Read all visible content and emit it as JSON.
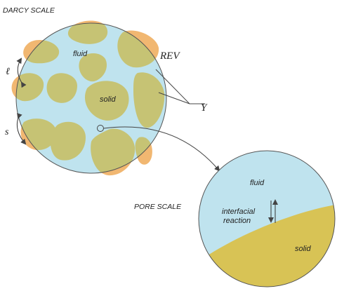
{
  "labels": {
    "darcy_scale": "DARCY SCALE",
    "pore_scale": "PORE SCALE",
    "rev": "REV",
    "y": "Y",
    "ell": "ℓ",
    "s": "s",
    "fluid_darcy": "fluid",
    "solid_darcy": "solid",
    "fluid_pore": "fluid",
    "interfacial_line1": "interfacial",
    "interfacial_line2": "reaction",
    "solid_pore": "solid"
  },
  "colors": {
    "fluid": "#bfe3ee",
    "grain": "#c6c374",
    "grain_overflow": "#f1b771",
    "pore_solid": "#d8c355",
    "outline": "#555555"
  }
}
